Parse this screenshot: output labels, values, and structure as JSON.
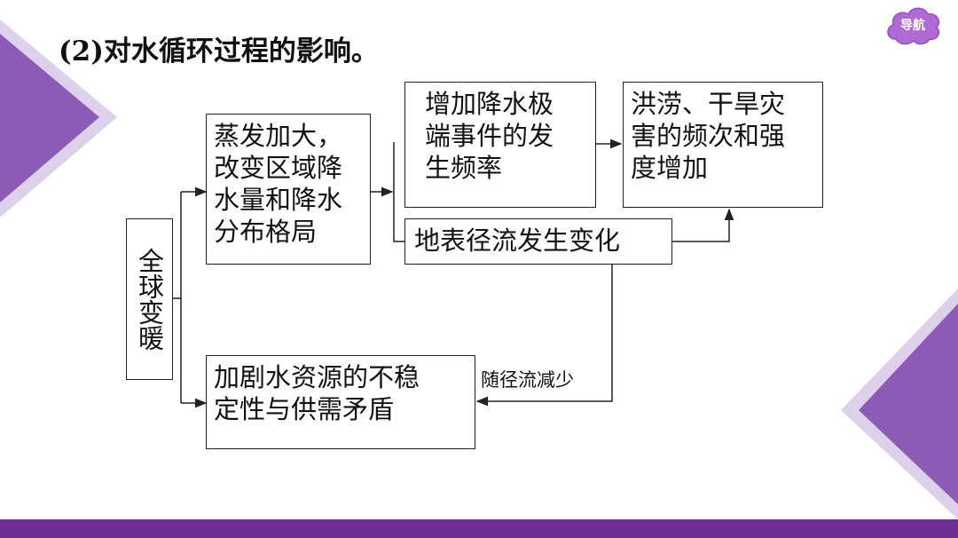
{
  "title": "(2)对水循环过程的影响。",
  "nav": {
    "label": "导航"
  },
  "colors": {
    "accent": "#6b2f96",
    "nav": "#b06ad6",
    "deco_dark": "#8c5bb5",
    "deco_light": "#ddd0ea"
  },
  "diagram": {
    "root": "全球变暖",
    "nodes": {
      "evap": "蒸发加大，\n改变区域降\n水量和降水\n分布格局",
      "extreme": "增加降水极\n端事件的发\n生频率",
      "flood": "洪涝、干旱灾\n害的频次和强\n度增加",
      "runoff": "地表径流发生变化",
      "water": "加剧水资源的不稳\n定性与供需矛盾"
    },
    "edge_label": "随径流减少"
  }
}
